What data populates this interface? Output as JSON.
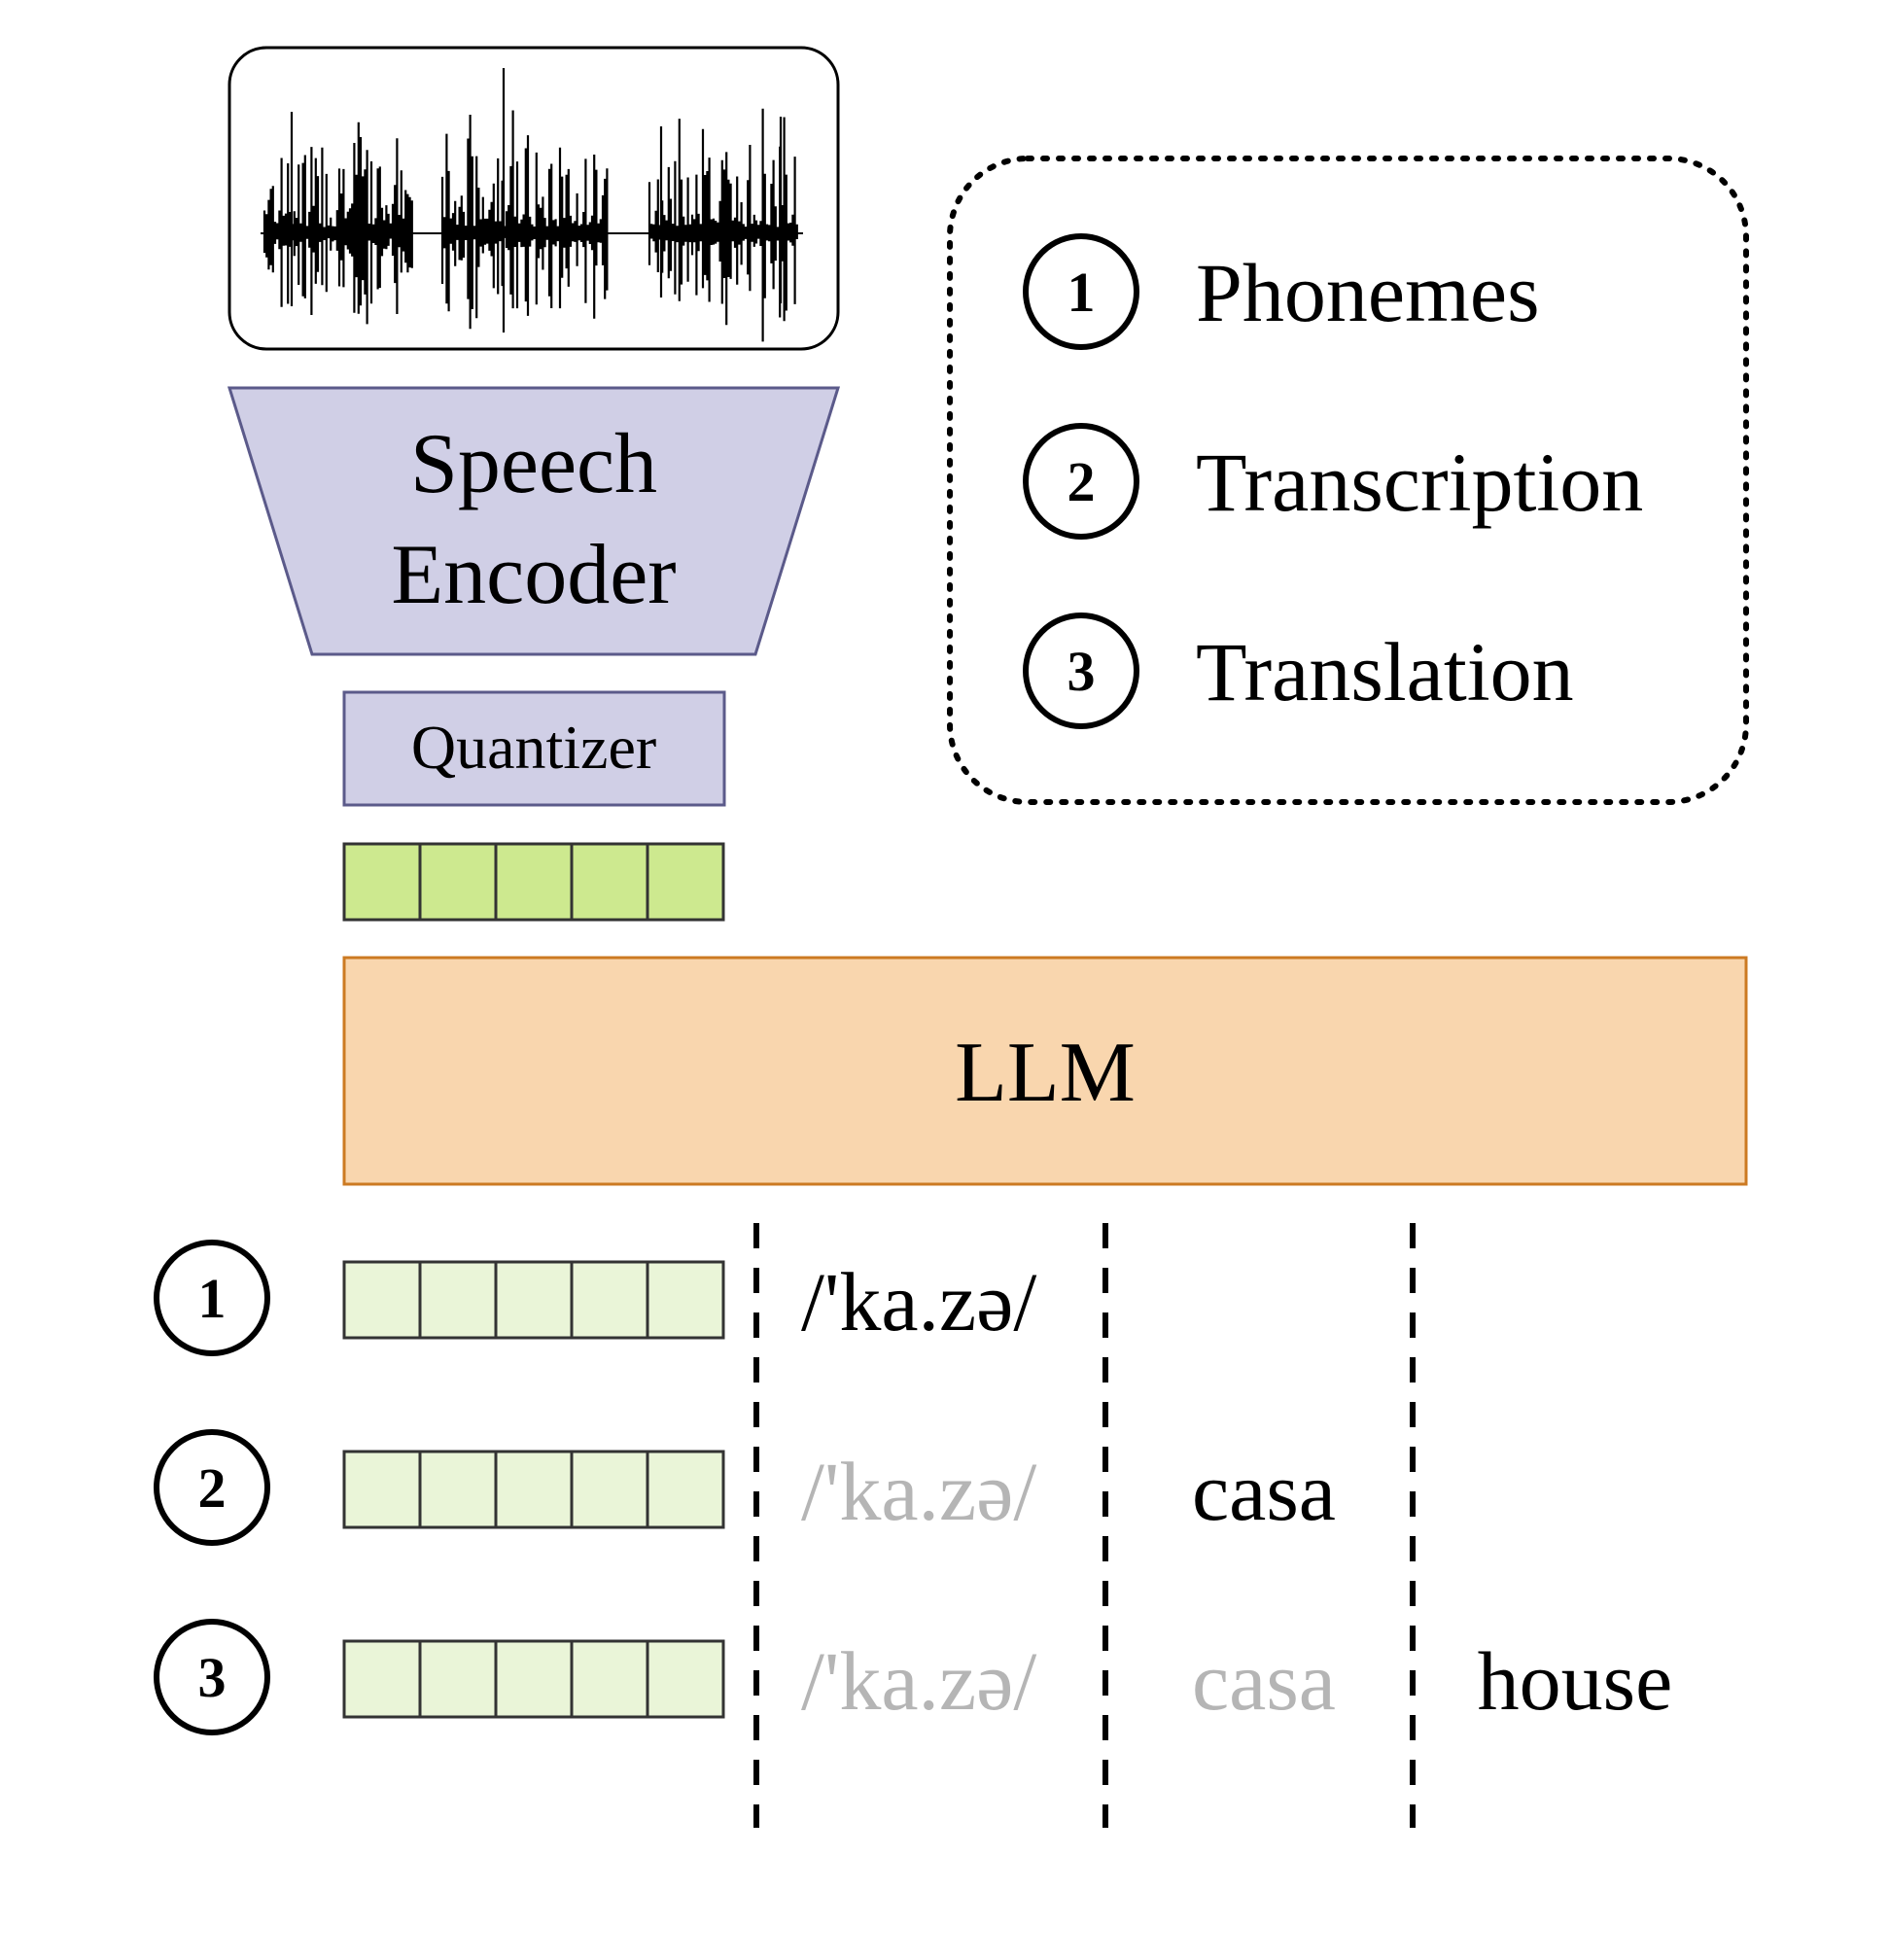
{
  "speech_encoder": {
    "line1": "Speech",
    "line2": "Encoder"
  },
  "quantizer": {
    "label": "Quantizer"
  },
  "llm": {
    "label": "LLM"
  },
  "legend": {
    "items": [
      {
        "num": "1",
        "label": "Phonemes"
      },
      {
        "num": "2",
        "label": "Transcription"
      },
      {
        "num": "3",
        "label": "Translation"
      }
    ]
  },
  "outputs": {
    "rows": [
      {
        "num": "1",
        "phonemes": "/'ka.zə/",
        "transcription": "",
        "translation": ""
      },
      {
        "num": "2",
        "phonemes": "/'ka.zə/",
        "transcription": "casa",
        "translation": ""
      },
      {
        "num": "3",
        "phonemes": "/'ka.zə/",
        "transcription": "casa",
        "translation": "house"
      }
    ]
  },
  "colors": {
    "encoder_fill": "#d0cfe6",
    "encoder_stroke": "#5b5a8a",
    "token_fill_dark": "#cde98f",
    "token_fill_light": "#eaf5d8",
    "llm_fill": "#f9d6ae",
    "llm_stroke": "#cc7a22",
    "text_active": "#000000",
    "text_faded": "#b5b5b5"
  }
}
